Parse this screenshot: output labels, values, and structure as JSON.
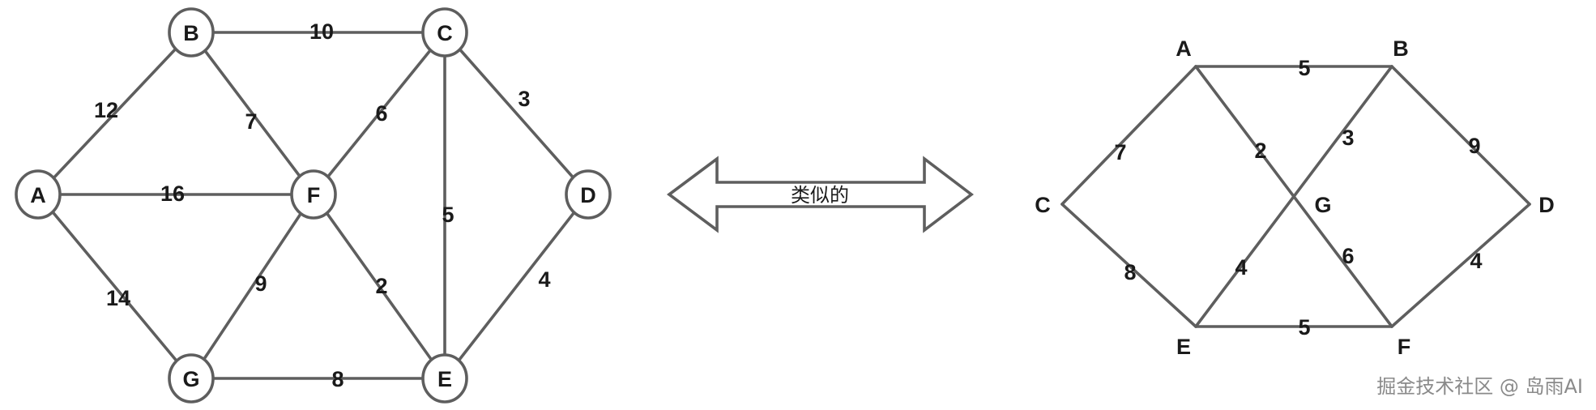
{
  "left_graph": {
    "nodes": [
      {
        "id": "A",
        "label": "A"
      },
      {
        "id": "B",
        "label": "B"
      },
      {
        "id": "C",
        "label": "C"
      },
      {
        "id": "D",
        "label": "D"
      },
      {
        "id": "E",
        "label": "E"
      },
      {
        "id": "F",
        "label": "F"
      },
      {
        "id": "G",
        "label": "G"
      }
    ],
    "edges": [
      {
        "from": "B",
        "to": "C",
        "weight": "10"
      },
      {
        "from": "A",
        "to": "B",
        "weight": "12"
      },
      {
        "from": "B",
        "to": "F",
        "weight": "7"
      },
      {
        "from": "C",
        "to": "F",
        "weight": "6"
      },
      {
        "from": "C",
        "to": "D",
        "weight": "3"
      },
      {
        "from": "A",
        "to": "F",
        "weight": "16"
      },
      {
        "from": "C",
        "to": "E",
        "weight": "5"
      },
      {
        "from": "A",
        "to": "G",
        "weight": "14"
      },
      {
        "from": "F",
        "to": "G",
        "weight": "9"
      },
      {
        "from": "F",
        "to": "E",
        "weight": "2"
      },
      {
        "from": "D",
        "to": "E",
        "weight": "4"
      },
      {
        "from": "G",
        "to": "E",
        "weight": "8"
      }
    ]
  },
  "relation_label": "类似的",
  "right_graph": {
    "nodes": [
      {
        "id": "A",
        "label": "A"
      },
      {
        "id": "B",
        "label": "B"
      },
      {
        "id": "C",
        "label": "C"
      },
      {
        "id": "D",
        "label": "D"
      },
      {
        "id": "E",
        "label": "E"
      },
      {
        "id": "F",
        "label": "F"
      },
      {
        "id": "G",
        "label": "G"
      }
    ],
    "edges": [
      {
        "from": "A",
        "to": "B",
        "weight": "5"
      },
      {
        "from": "A",
        "to": "C",
        "weight": "7"
      },
      {
        "from": "A",
        "to": "F",
        "weight": "2",
        "weight2": "6"
      },
      {
        "from": "B",
        "to": "E",
        "weight": "3",
        "weight2": "4"
      },
      {
        "from": "B",
        "to": "D",
        "weight": "9"
      },
      {
        "from": "C",
        "to": "E",
        "weight": "8"
      },
      {
        "from": "E",
        "to": "F",
        "weight": "5"
      },
      {
        "from": "D",
        "to": "F",
        "weight": "4"
      }
    ]
  },
  "watermark": "掘金技术社区 @ 岛雨AI",
  "colors": {
    "stroke": "#5e5e5e",
    "text": "#1a1a1a",
    "watermark": "#8a8a8a"
  }
}
